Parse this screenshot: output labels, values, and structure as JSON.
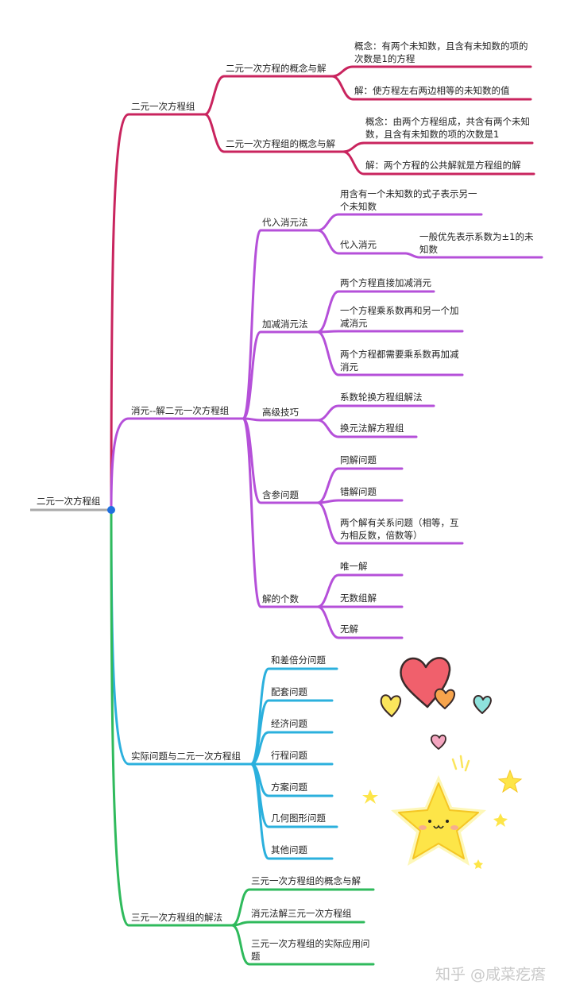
{
  "colors": {
    "root": "#aaaaaa",
    "red": "#c9245e",
    "purple": "#b550d9",
    "blue": "#2bb0dd",
    "green": "#2fba5c",
    "hub": "#1f6fe0"
  },
  "root": "二元一次方程组",
  "b1": {
    "title": "二元一次方程组",
    "c1": {
      "title": "二元一次方程的概念与解",
      "leaf1": "概念：有两个未知数，且含有未知数的项的次数是1的方程",
      "leaf2": "解：使方程左右两边相等的未知数的值"
    },
    "c2": {
      "title": "二元一次方程组的概念与解",
      "leaf1": "概念：由两个方程组成，共含有两个未知数，且含有未知数的项的次数是1",
      "leaf2": "解：两个方程的公共解就是方程组的解"
    }
  },
  "b2": {
    "title": "消元--解二元一次方程组",
    "c1": {
      "title": "代入消元法",
      "leaf1": "用含有一个未知数的式子表示另一个未知数",
      "leaf2": "代入消元",
      "leaf2sub": "一般优先表示系数为±1的未知数"
    },
    "c2": {
      "title": "加减消元法",
      "leaf1": "两个方程直接加减消元",
      "leaf2": "一个方程乘系数再和另一个加减消元",
      "leaf3": "两个方程都需要乘系数再加减消元"
    },
    "c3": {
      "title": "高级技巧",
      "leaf1": "系数轮换方程组解法",
      "leaf2": "换元法解方程组"
    },
    "c4": {
      "title": "含参问题",
      "leaf1": "同解问题",
      "leaf2": "错解问题",
      "leaf3": "两个解有关系问题（相等，互为相反数，倍数等）"
    },
    "c5": {
      "title": "解的个数",
      "leaf1": "唯一解",
      "leaf2": "无数组解",
      "leaf3": "无解"
    }
  },
  "b3": {
    "title": "实际问题与二元一次方程组",
    "items": [
      "和差倍分问题",
      "配套问题",
      "经济问题",
      "行程问题",
      "方案问题",
      "几何图形问题",
      "其他问题"
    ]
  },
  "b4": {
    "title": "三元一次方程组的解法",
    "items": [
      "三元一次方程组的概念与解",
      "消元法解三元一次方程组",
      "三元一次方程组的实际应用问题"
    ]
  },
  "watermark": "知乎 @咸菜疙瘩"
}
